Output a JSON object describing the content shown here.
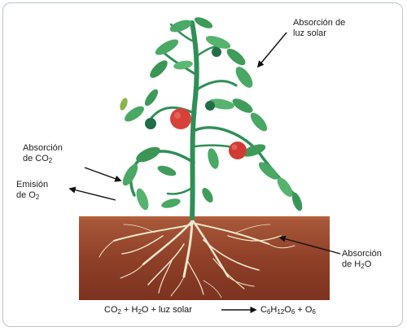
{
  "labels": {
    "sunlight": {
      "line1": "Absorción de",
      "line2": "luz solar"
    },
    "co2": {
      "line1": "Absorción",
      "line2_prefix": "de CO",
      "line2_sub": "2"
    },
    "o2": {
      "line1": "Emisión",
      "line2_prefix": "de O",
      "line2_sub": "2"
    },
    "water": {
      "line1": "Absorción",
      "line2_prefix": "de H",
      "line2_sub": "2",
      "line2_suffix": "O"
    }
  },
  "equation": {
    "lhs": {
      "t1": "CO",
      "s1": "2",
      "t2": " + H",
      "s2": "2",
      "t3": "O + luz solar"
    },
    "rhs": {
      "t1": "C",
      "s1": "6",
      "t2": "H",
      "s2": "12",
      "t3": "O",
      "s3": "6",
      "t4": " + O",
      "s4": "6"
    }
  },
  "colors": {
    "soil": "#8a3b26",
    "soil_light": "#a75234",
    "root": "#f0e4c8",
    "stem": "#2f8f57",
    "leaf": "#49a863",
    "leaf_dark": "#2c7b45",
    "tomato": "#d8413a",
    "frame": "#b9c2cc"
  }
}
